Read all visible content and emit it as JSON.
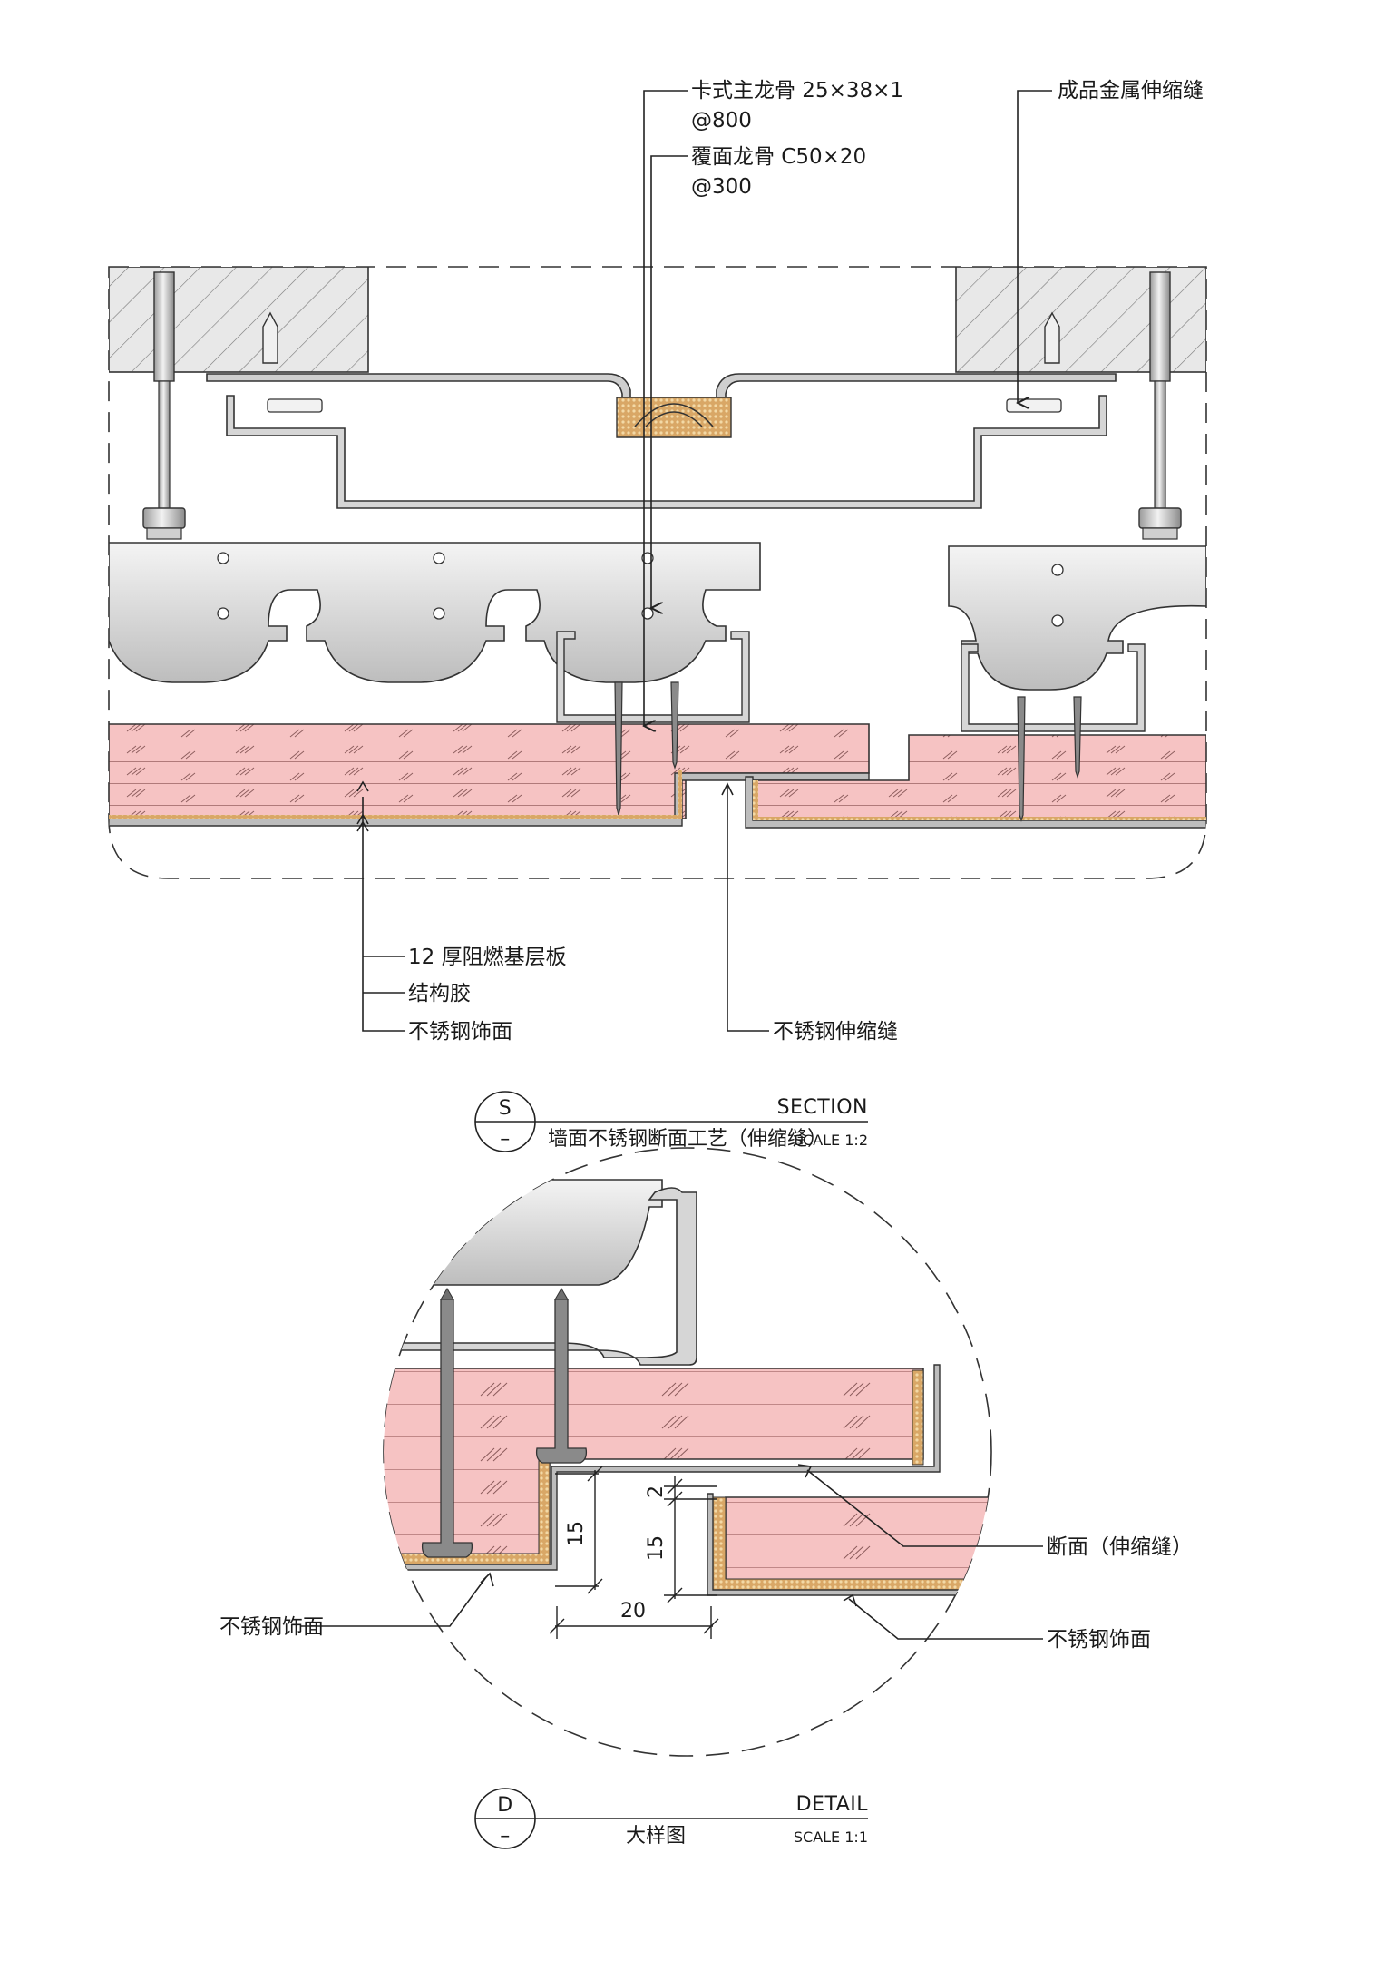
{
  "section": {
    "labels": {
      "main_keel_line1": "卡式主龙骨 25×38×1",
      "main_keel_line2": "@800",
      "cover_keel_line1": "覆面龙骨 C50×20",
      "cover_keel_line2": "@300",
      "metal_joint": "成品金属伸缩缝",
      "base_board": "12 厚阻燃基层板",
      "glue": "结构胶",
      "steel_finish": "不锈钢饰面",
      "steel_joint": "不锈钢伸缩缝"
    },
    "title": {
      "symbol": "S",
      "dash": "–",
      "heading": "SECTION",
      "subtitle": "墙面不锈钢断面工艺（伸缩缝）",
      "scale": "SCALE 1:2"
    }
  },
  "detail": {
    "labels": {
      "joint_section": "断面（伸缩缝）",
      "steel_finish_left": "不锈钢饰面",
      "steel_finish_right": "不锈钢饰面"
    },
    "dimensions": {
      "d15_left": "15",
      "d15_right": "15",
      "d2": "2",
      "d20": "20"
    },
    "title": {
      "symbol": "D",
      "dash": "–",
      "heading": "DETAIL",
      "subtitle": "大样图",
      "scale": "SCALE 1:1"
    }
  },
  "colors": {
    "board": "#f6c3c3",
    "glue": "#d9a766",
    "steel": "#d9d9d9",
    "concrete": "#e6e6e6"
  }
}
